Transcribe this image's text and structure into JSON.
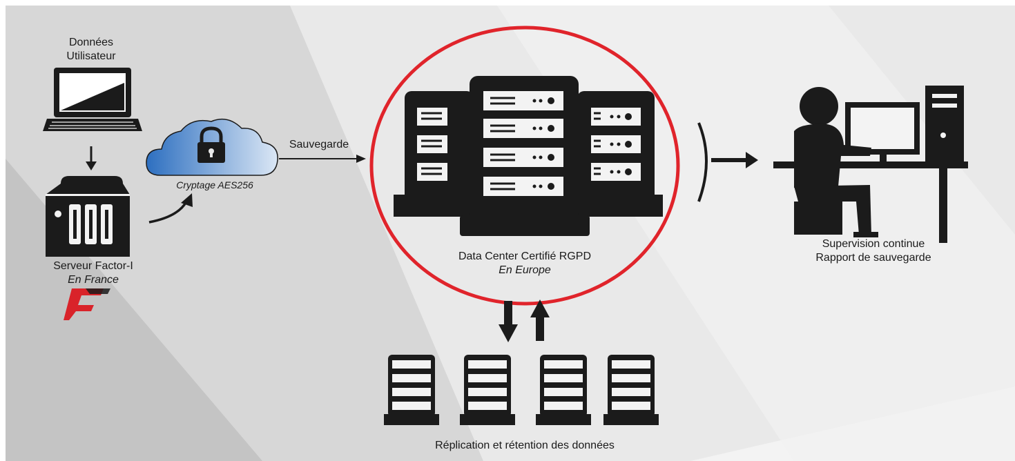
{
  "diagram": {
    "user_data": {
      "line1": "Données",
      "line2": "Utilisateur"
    },
    "server": {
      "name": "Serveur Factor-I",
      "location": "En France",
      "logo_text": "F"
    },
    "encryption": {
      "label": "Cryptage AES256"
    },
    "backup_flow": {
      "label": "Sauvegarde"
    },
    "datacenter": {
      "name": "Data Center Certifié RGPD",
      "location": "En Europe"
    },
    "supervision": {
      "line1": "Supervision continue",
      "line2": "Rapport de sauvegarde"
    },
    "replication": {
      "label": "Réplication et rétention des données"
    }
  },
  "colors": {
    "icon": "#1b1b1b",
    "highlight_circle": "#e0242b",
    "logo_red": "#d9232a",
    "cloud_gradient": [
      "#2d6fc0",
      "#d7e6f6"
    ],
    "panel_dark": "#bdbdbd",
    "panel_mid": "#d3d3d3",
    "panel_light": "#e8e8e8"
  }
}
